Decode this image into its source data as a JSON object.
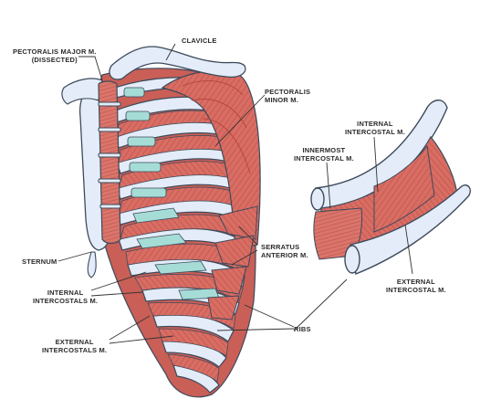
{
  "labels": {
    "pectoralis_major": [
      "PECTORALIS MAJOR M.",
      "(DISSECTED)"
    ],
    "clavicle": [
      "CLAVICLE"
    ],
    "pectoralis_minor": [
      "PECTORALIS",
      "MINOR M."
    ],
    "internal_intercostal_detail": [
      "INTERNAL",
      "INTERCOSTAL M."
    ],
    "innermost_intercostal": [
      "INNERMOST",
      "INTERCOSTAL M."
    ],
    "sternum": [
      "STERNUM"
    ],
    "serratus_anterior": [
      "SERRATUS",
      "ANTERIOR M."
    ],
    "external_intercostal_detail": [
      "EXTERNAL",
      "INTERCOSTAL M."
    ],
    "internal_intercostals": [
      "INTERNAL",
      "INTERCOSTALS M."
    ],
    "ribs": [
      "RIBS"
    ],
    "external_intercostals": [
      "EXTERNAL",
      "INTERCOSTALS M."
    ]
  },
  "colors": {
    "bone": "#e3ecf8",
    "bone_outline": "#3d4a5c",
    "muscle": "#d86d64",
    "muscle_dark": "#b8483f",
    "muscle_light": "#eba59c",
    "cartilage": "#a6dcd6",
    "leader_line": "#333333",
    "label_text": "#2b2b2b"
  }
}
